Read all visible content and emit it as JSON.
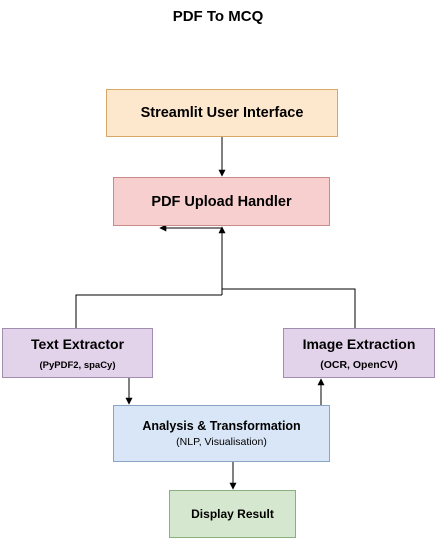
{
  "title": "PDF To MCQ",
  "nodes": {
    "ui": {
      "label": "Streamlit User Interface"
    },
    "pdf": {
      "label": "PDF Upload Handler"
    },
    "text": {
      "label": "Text Extractor",
      "sub": "(PyPDF2, spaCy)"
    },
    "image": {
      "label": "Image Extraction",
      "sub": "(OCR, OpenCV)"
    },
    "analysis": {
      "label": "Analysis & Transformation",
      "sub": "(NLP, Visualisation)"
    },
    "result": {
      "label": "Display Result"
    }
  },
  "edges": [
    {
      "from": "ui",
      "to": "pdf"
    },
    {
      "from": "text",
      "to": "analysis"
    },
    {
      "from": "analysis",
      "to": "image"
    },
    {
      "from": "text",
      "to": "pdf"
    },
    {
      "from": "image",
      "to": "pdf"
    },
    {
      "from": "analysis",
      "to": "result"
    }
  ],
  "colors": {
    "ui_fill": "#fde7cd",
    "pdf_fill": "#f8cfcf",
    "extractor_fill": "#e3d3ea",
    "analysis_fill": "#d9e6f7",
    "result_fill": "#d6e7cf",
    "line": "#000000"
  }
}
